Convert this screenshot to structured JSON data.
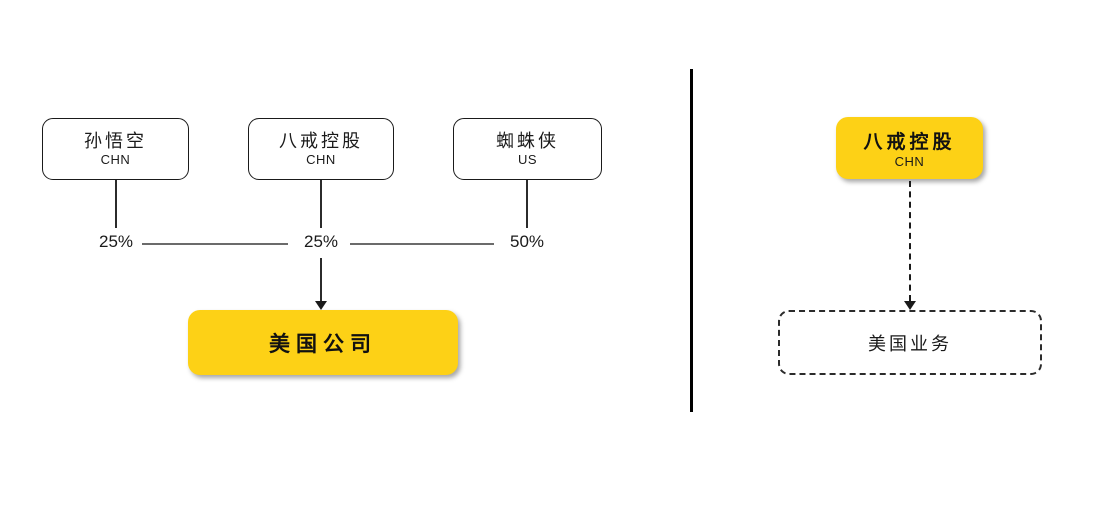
{
  "diagram": {
    "left_panel": {
      "owners": [
        {
          "name": "孙悟空",
          "country": "CHN",
          "share": "25%"
        },
        {
          "name": "八戒控股",
          "country": "CHN",
          "share": "25%"
        },
        {
          "name": "蜘蛛侠",
          "country": "US",
          "share": "50%"
        }
      ],
      "target_company": {
        "name": "美国公司"
      }
    },
    "right_panel": {
      "owner": {
        "name": "八戒控股",
        "country": "CHN"
      },
      "business": {
        "name": "美国业务"
      }
    },
    "colors": {
      "highlight_yellow": "#fdd116",
      "line_dark": "#1a1a1a",
      "line_gray": "#6b6b6b",
      "background": "#ffffff"
    }
  }
}
